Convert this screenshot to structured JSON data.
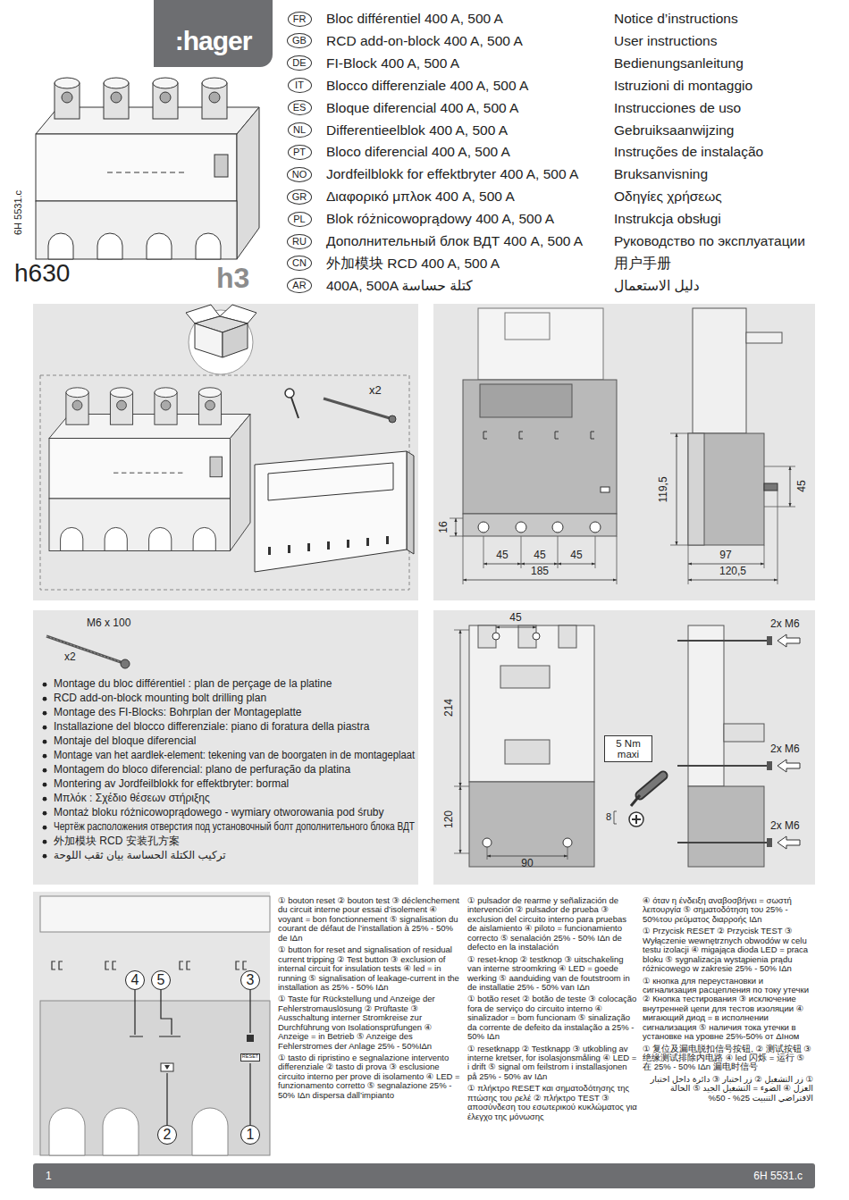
{
  "diagram": {
    "nodes": [
      {
        "text": [
          ":hager"
        ]
      },
      {
        "text": [
          "FR"
        ]
      },
      {
        "text": [
          "GB"
        ]
      },
      {
        "text": [
          "DE"
        ]
      },
      {
        "text": [
          "IT"
        ]
      },
      {
        "text": [
          "ES"
        ]
      },
      {
        "text": [
          "NL"
        ]
      },
      {
        "text": [
          "PT"
        ]
      },
      {
        "text": [
          "NO"
        ]
      },
      {
        "text": [
          "GR"
        ]
      },
      {
        "text": [
          "PL"
        ]
      },
      {
        "text": [
          "RU"
        ]
      },
      {
        "text": [
          "CN"
        ]
      },
      {
        "text": [
          "AR"
        ]
      },
      {
        "text": [
          "5 Nm maxi"
        ]
      },
      {
        "text": [
          "4"
        ]
      },
      {
        "text": [
          "5"
        ]
      },
      {
        "text": [
          "3"
        ]
      },
      {
        "text": [
          "RESET"
        ]
      },
      {
        "text": [
          "2"
        ]
      },
      {
        "text": [
          "1"
        ]
      },
      {
        "text": [
          "1",
          "6H 5531.c"
        ]
      }
    ],
    "labels": [
      "6H 5531.c",
      "h630",
      "h3",
      "Bloc différentiel 400 A, 500 A",
      "RCD add-on-block 400 A, 500 A",
      "FI-Block 400 A, 500 A",
      "Blocco differenziale 400 A, 500 A",
      "Bloque diferencial 400 A, 500 A",
      "Differentieelblok 400 A, 500 A",
      "Bloco diferencial 400 A, 500 A",
      "Jordfeilblokk for effektbryter 400 A, 500 A",
      "Διαφορικό μπλοκ 400 A, 500 A",
      "Blok różnicowoprądowy 400 A, 500 A",
      "Дополнительный блок ВДТ 400 A, 500 A",
      "外加模块 RCD  400 A, 500 A",
      "400A, 500A كتلة حساسة",
      "Notice d’instructions",
      "User instructions",
      "Bedienungsanleitung",
      "Istruzioni di montaggio",
      "Instrucciones de uso",
      "Gebruiksaanwijzing",
      "Instruções de instalação",
      "Bruksanvisning",
      "Οδηγίες χρήσεως",
      "Instrukcja obsługi",
      "Руководство по эксплуатации",
      "用户手册",
      "دليل الاستعمال",
      "x2",
      "16",
      "45",
      "45",
      "45",
      "185",
      "119,5",
      "45",
      "97",
      "120,5",
      "M6 x 100",
      "x2",
      "Montage du bloc différentiel : plan de perçage de la platine",
      "RCD add-on-block mounting bolt drilling plan",
      "Montage des FI-Blocks: Bohrplan der Montageplatte",
      "Installazione del blocco differenziale: piano di foratura della piastra",
      "Montaje del bloque diferencial",
      "Montage van het aardlek-element: tekening van de boorgaten in de montageplaat",
      "Montagem do bloco diferencial: plano de perfuração da platina",
      "Montering av Jordfeilblokk for effektbryter: bormal",
      "Μπλόκ : Σχέδιο θέσεων στήριξης",
      "Montaż bloku różnicowoprądowego - wymiary otworowania pod śruby",
      "Чертёж расположения отверстия под установочный болт дополнительного блока ВДТ",
      "外加模块 RCD 安装孔方案",
      "تركيب الكتلة الحساسة بيان ثقب اللوحة",
      "45",
      "214",
      "120",
      "90",
      "8",
      "2x M6",
      "2x M6",
      "2x M6",
      "① bouton reset ② bouton test ③ déclenchement du circuit interne pour essai d’isolement ④ voyant = bon fonctionnement ⑤ signalisation du courant de défaut de l’installation à 25% - 50% de IΔn",
      "① button for reset and signalisation of residual current tripping ② Test button ③ exclusion of internal circuit for insulation tests ④ led = in running ⑤ signalisation of leakage-current in the installation as 25% - 50% IΔn",
      "① Taste für Rückstellung und Anzeige der Fehlerstromauslösung ② Prüftaste ③ Ausschaltung interner Stromkreise zur Durchführung von Isolationsprüfungen ④ Anzeige = in Betrieb ⑤ Anzeige des Fehlerstromes der Anlage 25% - 50%IΔn",
      "① tasto di ripristino e segnalazione intervento differenziale ② tasto di prova ③ esclusione circuito interno per prove di isolamento ④ LED = funzionamento corretto ⑤ segnalazione 25% - 50% IΔn dispersa dall’impianto",
      "① pulsador de rearme y señalización de intervención ② pulsador de prueba ③ exclusion del circuito interno para pruebas de aislamiento ④ piloto = funcionamiento correcto ⑤ senalación 25% - 50% IΔn de defecto en la instalación",
      "① reset-knop ② testknop ③ uitschakeling van interne stroomkring ④ LED = goede werking ⑤ aanduiding van de foutstroom in de installatie 25% - 50% van IΔn",
      "① botão reset ② botão de teste ③ colocação fora de serviço do circuito interno ④ sinalizador = bom funcionam ⑤ sinalização da corrente de defeito da instalação a 25% - 50% IΔn",
      "① resetknapp ② Testknapp ③ utkobling av interne kretser, for isolasjonsmåling ④ LED = i drift ⑤ signal om feilstrom i installasjonen på 25% - 50% av IΔn",
      "① πλήκτρο RESET και σηματοδότησης της πτώσης του ρελέ ② πλήκτρο TEST ③ αποσύνδεση του εσωτερικού κυκλώματος για έλεγχο της μόνωσης",
      "④ όταν η ένδειξη αναβοσβήνει = σωστή λειτουργία ⑤ σηματοδότηση του 25% - 50%του ρεύματος διαρροής IΔn",
      "① Przycisk RESET ② Przycisk TEST ③ Wyłączenie wewnętrznych obwodów w celu testu izolacji ④ migająca dioda LED = praca bloku ⑤ sygnalizacja wystąpienia prądu różnicowego w zakresie 25% - 50% IΔn",
      "① кнопка для переустановки и сигнализация расцепления по току утечки ② Кнопка тестирования ③ исключение внутренней цепи для тестов изоляции ④ мигающий диод = в исполнении сигнализация ⑤ наличия тока утечки в установке на уровне 25%-50% от ΔIном",
      "① 复位及漏电脱扣信号按钮, ② 测试按钮 ③ 绝缘测试排除内电路 ④ led 闪烁 = 运行 ⑤ 在 25% - 50% IΔn 漏电时信号",
      "① زر التشغيل ② زر اختبار ③ دائرة داخل اختبار العزل ④ الضوء = التشغيل الجيد ⑤ الحالة الافتراضي التنبيت 25% - 50%"
    ]
  }
}
